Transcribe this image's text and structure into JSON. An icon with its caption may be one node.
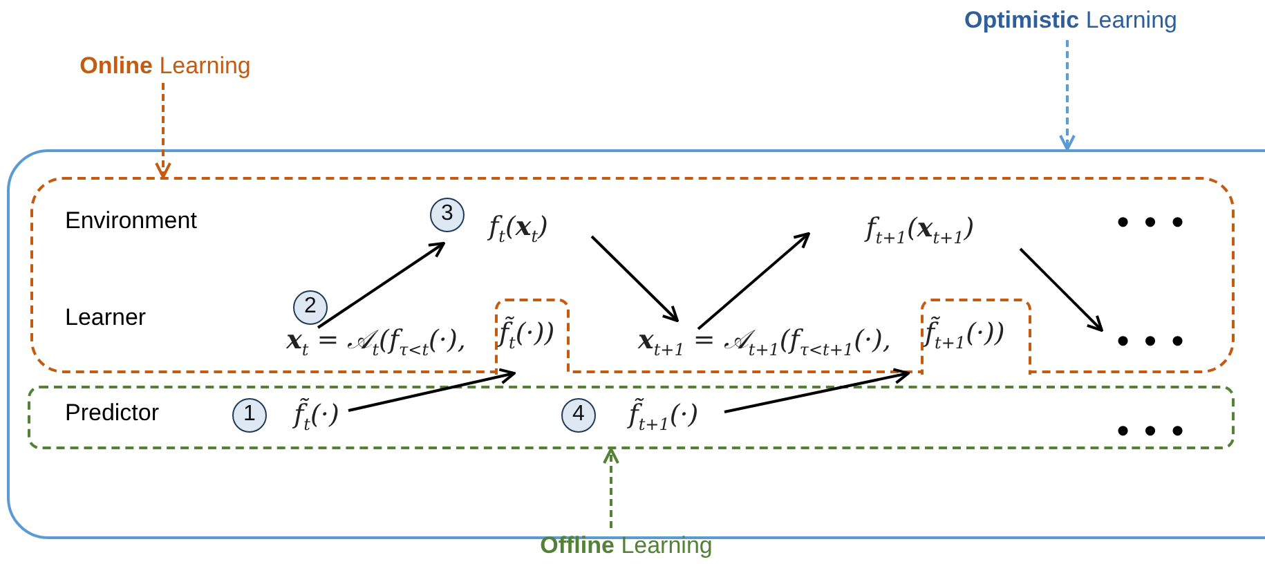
{
  "diagram": {
    "nodes": [
      {
        "text": [
          "**Optimistic** Learning"
        ]
      },
      {
        "text": [
          "**Online** Learning"
        ]
      },
      {
        "text": [],
        "shape": "box"
      },
      {
        "text": [
          "Environment",
          "Learner"
        ],
        "in": 2
      },
      {
        "text": [
          "Predictor"
        ],
        "in": 2
      },
      {
        "text": [
          "f$_{t}$(**x**$_{t}$)"
        ],
        "in": 3,
        "beside": [
          "3"
        ]
      },
      {
        "text": [
          "f$_{t+1}$(**x**$_{t+1}$)"
        ],
        "in": 3
      },
      {
        "text": [
          "**x**$_{t}$ = 𝒜$_{t}$(f$_{τ<t}$(·),"
        ],
        "in": 3,
        "beside": [
          "2"
        ]
      },
      {
        "text": [
          "f̃$_{t}$(·))"
        ],
        "in": 3
      },
      {
        "text": [
          "**x**$_{t+1}$ = 𝒜$_{t+1}$(f$_{τ<t+1}$(·),"
        ],
        "in": 3
      },
      {
        "text": [
          "f̃$_{t+1}$(·))"
        ],
        "in": 3
      },
      {
        "text": [
          "• • •"
        ],
        "in": 3
      },
      {
        "text": [
          "f̃$_{t}$(·)"
        ],
        "in": 4,
        "beside": [
          "1"
        ]
      },
      {
        "text": [
          "f̃$_{t+1}$(·)"
        ],
        "in": 4,
        "beside": [
          "4"
        ]
      },
      {
        "text": [
          "**Offline** Learning"
        ]
      }
    ],
    "edges": [
      {
        "from": 0,
        "to": 2,
        "arrow": "to",
        "style": "dashed",
        "color": "#5b9bd5"
      },
      {
        "from": 1,
        "to": 3,
        "arrow": "to",
        "style": "dashed",
        "color": "#c55a11"
      },
      {
        "from": 14,
        "to": 4,
        "arrow": "to",
        "style": "dashed",
        "color": "#538135"
      },
      {
        "from": 7,
        "to": 5,
        "arrow": "to"
      },
      {
        "from": 5,
        "to": 9,
        "arrow": "to"
      },
      {
        "from": 9,
        "to": 6,
        "arrow": "to"
      },
      {
        "from": 6,
        "to": 11,
        "arrow": "to"
      },
      {
        "from": 12,
        "to": 8,
        "arrow": "to"
      },
      {
        "from": 13,
        "to": 10,
        "arrow": "to"
      }
    ],
    "labels": [
      "• • •",
      "• • •"
    ]
  }
}
